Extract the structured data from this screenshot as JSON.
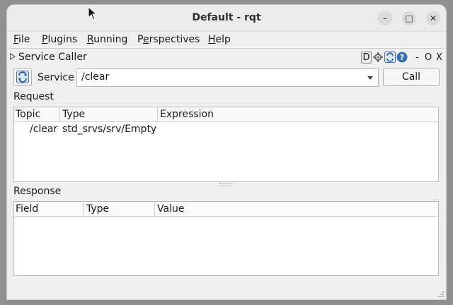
{
  "window": {
    "title": "Default - rqt",
    "controls": {
      "minimize": "–",
      "maximize": "□",
      "close": "✕"
    }
  },
  "menubar": {
    "items": [
      {
        "first": "F",
        "rest": "ile"
      },
      {
        "first": "P",
        "rest": "lugins"
      },
      {
        "first": "R",
        "rest": "unning"
      },
      {
        "pre": "P",
        "first": "e",
        "rest": "rspectives"
      },
      {
        "first": "H",
        "rest": "elp"
      }
    ]
  },
  "plugin": {
    "title": "Service Caller",
    "controls": {
      "d": "D",
      "minimize": "-",
      "float": "O",
      "close": "X"
    }
  },
  "service": {
    "label": "Service",
    "selected": "/clear",
    "call_label": "Call"
  },
  "request": {
    "label": "Request",
    "columns": [
      "Topic",
      "Type",
      "Expression"
    ],
    "rows": [
      {
        "topic": "/clear",
        "type": "std_srvs/srv/Empty",
        "expression": ""
      }
    ]
  },
  "response": {
    "label": "Response",
    "columns": [
      "Field",
      "Type",
      "Value"
    ],
    "rows": []
  },
  "icons": [
    "refresh-icon",
    "gear-icon",
    "help-icon",
    "reload-icon",
    "collapse-triangle-icon"
  ]
}
